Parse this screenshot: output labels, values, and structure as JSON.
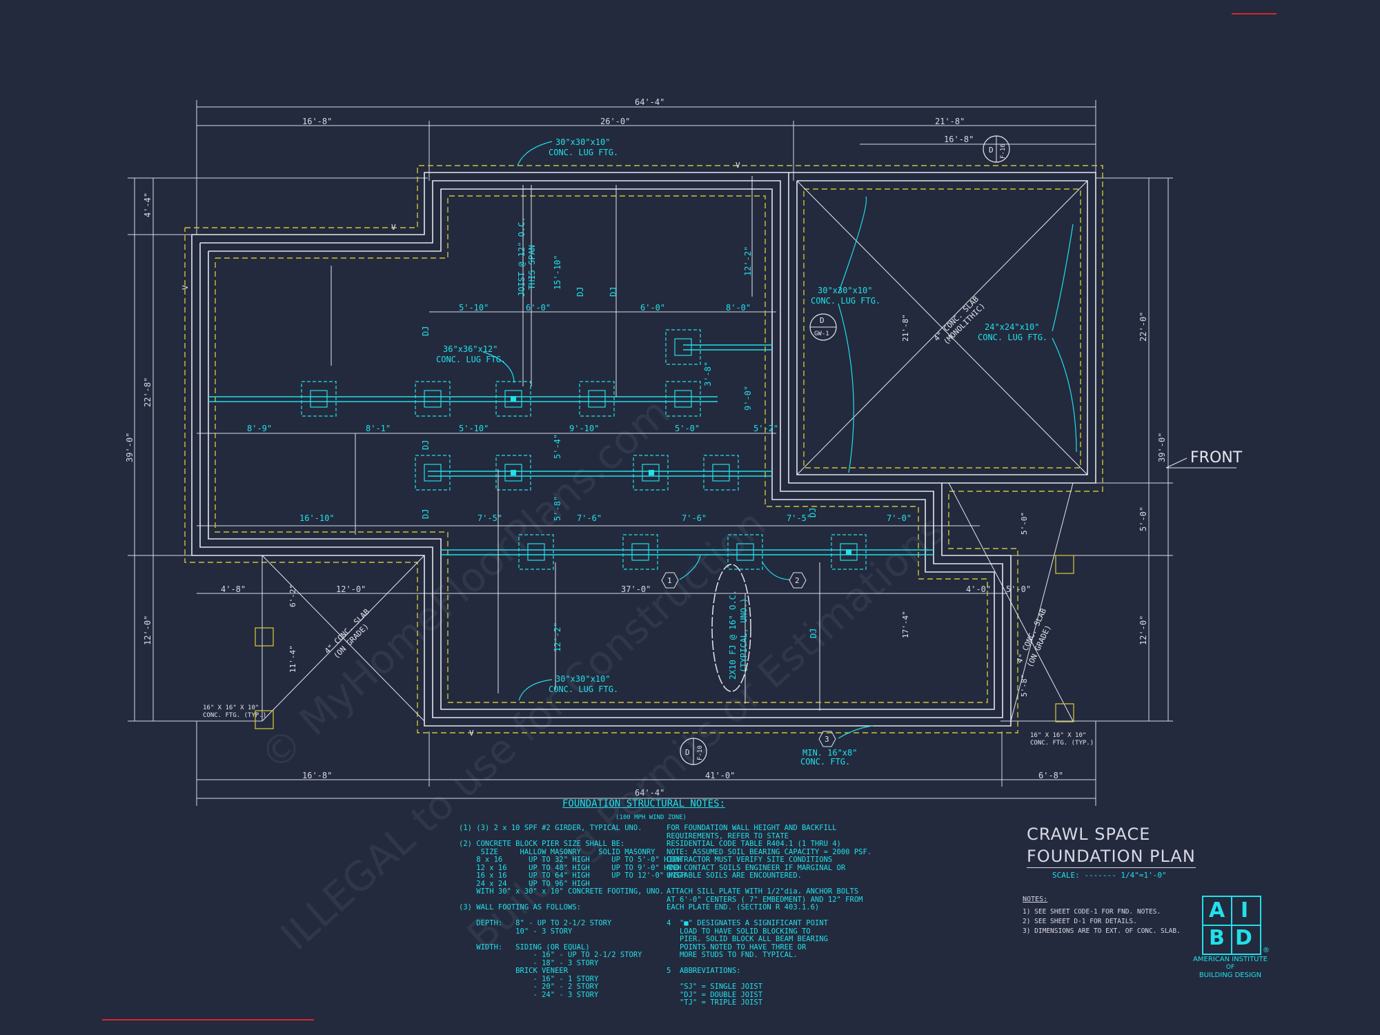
{
  "dimensions": {
    "overall_top": "64'-4\"",
    "top_segments": [
      "16'-8\"",
      "26'-0\"",
      "21'-8\""
    ],
    "top_right_inner": "16'-8\"",
    "left_total": "39'-0\"",
    "left_upper": "4'-4\"",
    "left_mid": "22'-8\"",
    "left_lower": "12'-0\"",
    "right_total": "39'-0\"",
    "right_upper": "22'-0\"",
    "right_mid": "5'-0\"",
    "right_lower": "12'-0\"",
    "bottom_overall": "64'-4\"",
    "bottom_segments": [
      "16'-8\"",
      "41'-0\"",
      "6'-8\""
    ],
    "row1": [
      "5'-10\"",
      "6'-0\"",
      "6'-0\"",
      "8'-0\""
    ],
    "row2": [
      "8'-9\"",
      "8'-1\"",
      "5'-10\"",
      "9'-10\"",
      "5'-0\"",
      "5'-2\""
    ],
    "row3": [
      "16'-10\"",
      "7'-5\"",
      "7'-6\"",
      "7'-6\"",
      "7'-5\"",
      "7'-0\""
    ],
    "row4": [
      "4'-8\"",
      "12'-0\"",
      "37'-0\"",
      "4'-0\"",
      "5'-0\""
    ],
    "verticals": [
      "15'-10\"",
      "12'-2\"",
      "3'-8\"",
      "9'-0\"",
      "5'-4\"",
      "5'-8\"",
      "12'-2\"",
      "17'-4\"",
      "21'-8\"",
      "5'-0\"",
      "6'-2\"",
      "11'-4\"",
      "5'-8\""
    ]
  },
  "labels": {
    "lug_ftg_top": [
      "30\"x30\"x10\"",
      "CONC. LUG FTG."
    ],
    "lug_ftg_left": [
      "36\"x36\"x12\"",
      "CONC. LUG FTG."
    ],
    "lug_ftg_garage": [
      "30\"x30\"x10\"",
      "CONC. LUG FTG."
    ],
    "lug_ftg_right": [
      "24\"x24\"x10\"",
      "CONC. LUG FTG."
    ],
    "lug_ftg_bottom": [
      "30\"x30\"x10\"",
      "CONC. LUG FTG."
    ],
    "joist_note": [
      "JOIST @ 12\" O.C.",
      "THIS SPAN"
    ],
    "slab_garage": [
      "4\" CONC. SLAB",
      "(MONOLITHIC)"
    ],
    "slab_left": [
      "4\" CONC. SLAB",
      "(ON GRADE)"
    ],
    "slab_right": [
      "4\" CONC. SLAB",
      "(ON GRADE)"
    ],
    "fj_note": [
      "2X10 FJ @ 16\" O.C.",
      "(TYPICAL, UNO.)"
    ],
    "min_ftg": [
      "MIN. 16\"x8\"",
      "CONC. FTG."
    ],
    "ftg_typ_left": [
      "16\" X 16\" X 10\"",
      "CONC. FTG. (TYP.)"
    ],
    "ftg_typ_right": [
      "16\" X 16\" X 10\"",
      "CONC. FTG. (TYP.)"
    ],
    "dj": "DJ",
    "v": "V",
    "front": "FRONT",
    "section_d": "D",
    "section_f16": "F-16",
    "section_gw1": "GW-1",
    "section_f10": "F-10",
    "callout_1": "1",
    "callout_2": "2",
    "callout_3": "3"
  },
  "notes": {
    "heading": "FOUNDATION STRUCTURAL NOTES:",
    "subheading": "(100 MPH WIND ZONE)",
    "col1": "(1) (3) 2 x 10 SPF #2 GIRDER, TYPICAL UNO.\n\n(2) CONCRETE BLOCK PIER SIZE SHALL BE:\n     SIZE     HALLOW MASONRY    SOLID MASONRY\n    8 x 16      UP TO 32\" HIGH     UP TO 5'-0\" HIGH\n    12 x 16     UP TO 48\" HIGH     UP TO 9'-0\" HIGH\n    16 x 16     UP TO 64\" HIGH     UP TO 12'-0\" HIGH\n    24 x 24     UP TO 96\" HIGH\n    WITH 30\" x 30\" x 10\" CONCRETE FOOTING, UNO.\n\n(3) WALL FOOTING AS FOLLOWS:\n\n    DEPTH:   8\" - UP TO 2-1/2 STORY\n             10\" - 3 STORY\n\n    WIDTH:   SIDING (OR EQUAL)\n                 - 16\" - UP TO 2-1/2 STORY\n                 - 18\" - 3 STORY\n             BRICK VENEER\n                 - 16\" - 1 STORY\n                 - 20\" - 2 STORY\n                 - 24\" - 3 STORY",
    "col2": "FOR FOUNDATION WALL HEIGHT AND BACKFILL\nREQUIREMENTS, REFER TO STATE\nRESIDENTIAL CODE TABLE R404.1 (1 THRU 4)\nNOTE: ASSUMED SOIL BEARING CAPACITY = 2000 PSF.\nCONTRACTOR MUST VERIFY SITE CONDITIONS\nAND CONTACT SOILS ENGINEER IF MARGINAL OR\nUNSTABLE SOILS ARE ENCOUNTERED.\n\nATTACH SILL PLATE WITH 1/2\"dia. ANCHOR BOLTS\nAT 6'-0\" CENTERS ( 7\" EMBEDMENT) AND 12\" FROM\nEACH PLATE END. (SECTION R 403.1.6)\n\n4  \"■\" DESIGNATES A SIGNIFICANT POINT\n   LOAD TO HAVE SOLID BLOCKING TO\n   PIER. SOLID BLOCK ALL BEAM BEARING\n   POINTS NOTED TO HAVE THREE OR\n   MORE STUDS TO FND. TYPICAL.\n\n5  ABBREVIATIONS:\n\n   \"SJ\" = SINGLE JOIST\n   \"DJ\" = DOUBLE JOIST\n   \"TJ\" = TRIPLE JOIST"
  },
  "title_block": {
    "title_line1": "CRAWL SPACE",
    "title_line2": "FOUNDATION PLAN",
    "scale": "SCALE: ------- 1/4\"=1'-0\"",
    "notes_heading": "NOTES:",
    "notes": [
      "1)  SEE SHEET CODE-1 FOR FND. NOTES.",
      "2)  SEE SHEET D-1 FOR DETAILS.",
      "3)  DIMENSIONS ARE TO EXT. OF CONC. SLAB."
    ]
  },
  "logo": {
    "letters": [
      "A",
      "I",
      "B",
      "D"
    ],
    "registered": "®",
    "name_lines": [
      "AMERICAN INSTITUTE",
      "OF",
      "BUILDING DESIGN"
    ]
  },
  "watermark": {
    "line1": "© MyHomeFloorPlans.com",
    "line2": "ILLEGAL to use for Construction",
    "line3": "Building Permits or Estimations"
  },
  "colors": {
    "background": "#232a3d",
    "cyan": "#21e0ea",
    "wall": "#e6e6ee",
    "footing": "#cfc23a",
    "dimension": "#d9d9e6",
    "red": "#d8262e"
  }
}
